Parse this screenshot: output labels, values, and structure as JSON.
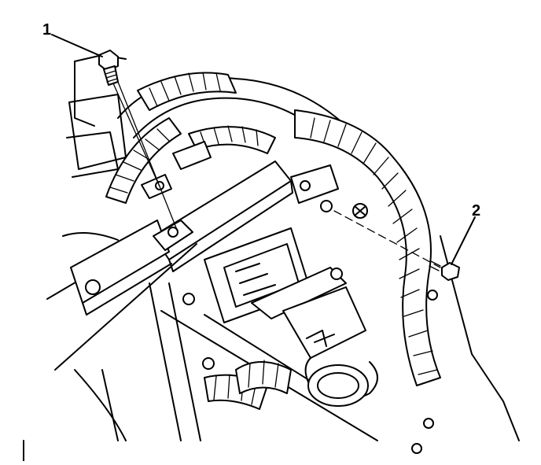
{
  "figure": {
    "callouts": [
      {
        "id": "1",
        "label": "1",
        "part": "bolt"
      },
      {
        "id": "2",
        "label": "2",
        "part": "bolt"
      }
    ],
    "colors": {
      "line": "#000000",
      "background": "#ffffff"
    }
  }
}
